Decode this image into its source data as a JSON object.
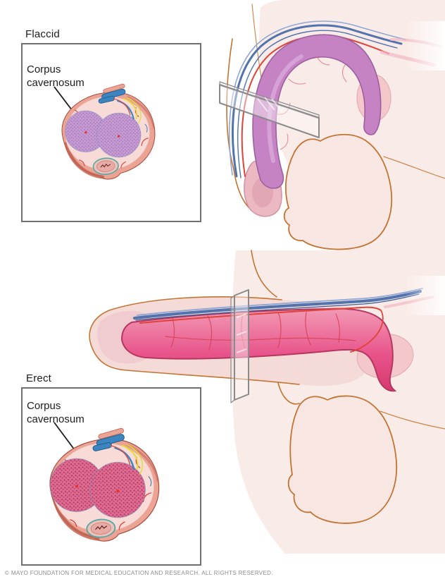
{
  "insets": {
    "flaccid": {
      "title": "Flaccid",
      "callout": "Corpus cavernosum"
    },
    "erect": {
      "title": "Erect",
      "callout": "Corpus cavernosum"
    }
  },
  "footer": {
    "copyright": "© MAYO FOUNDATION FOR MEDICAL EDUCATION AND RESEARCH. ALL RIGHTS RESERVED."
  },
  "colors": {
    "body_fill": "#f9ece8",
    "body_outline": "#c27432",
    "scrotum_fill": "#f8e6e2",
    "glans_fill": "#ecb9c3",
    "plane_stroke": "#8a8a8a",
    "plane_fill": "rgba(252,250,250,0.45)",
    "vein_blue": "#5273ae",
    "vein_blue_light": "#8fa7d2",
    "artery_red": "#e0433a",
    "nerve_yellow": "#e3de33",
    "flaccid_corpus": "#c583c3",
    "flaccid_corpus_outline": "#9d5fa0",
    "flaccid_speckle_base": "#c49ad1",
    "flaccid_speckle_dot": "#9c68b2",
    "erect_corpus_top": "#f29ab5",
    "erect_corpus_bottom": "#d63a6f",
    "erect_corpus_outline": "#b5365f",
    "erect_speckle_base": "#e06a90",
    "erect_speckle_dot": "#a93c66",
    "cross_skin": "#eba394",
    "cross_skin_dark": "#c2604f",
    "cross_ring": "#f8dbd6",
    "spongiosum_fill": "#ecc2bc",
    "spongiosum_ring": "#58a8a2",
    "vessel_blue": "#3c85c0",
    "vessel_blue_dark": "#1f5f8f",
    "cavernosal_artery_dot": "#e8312f"
  }
}
